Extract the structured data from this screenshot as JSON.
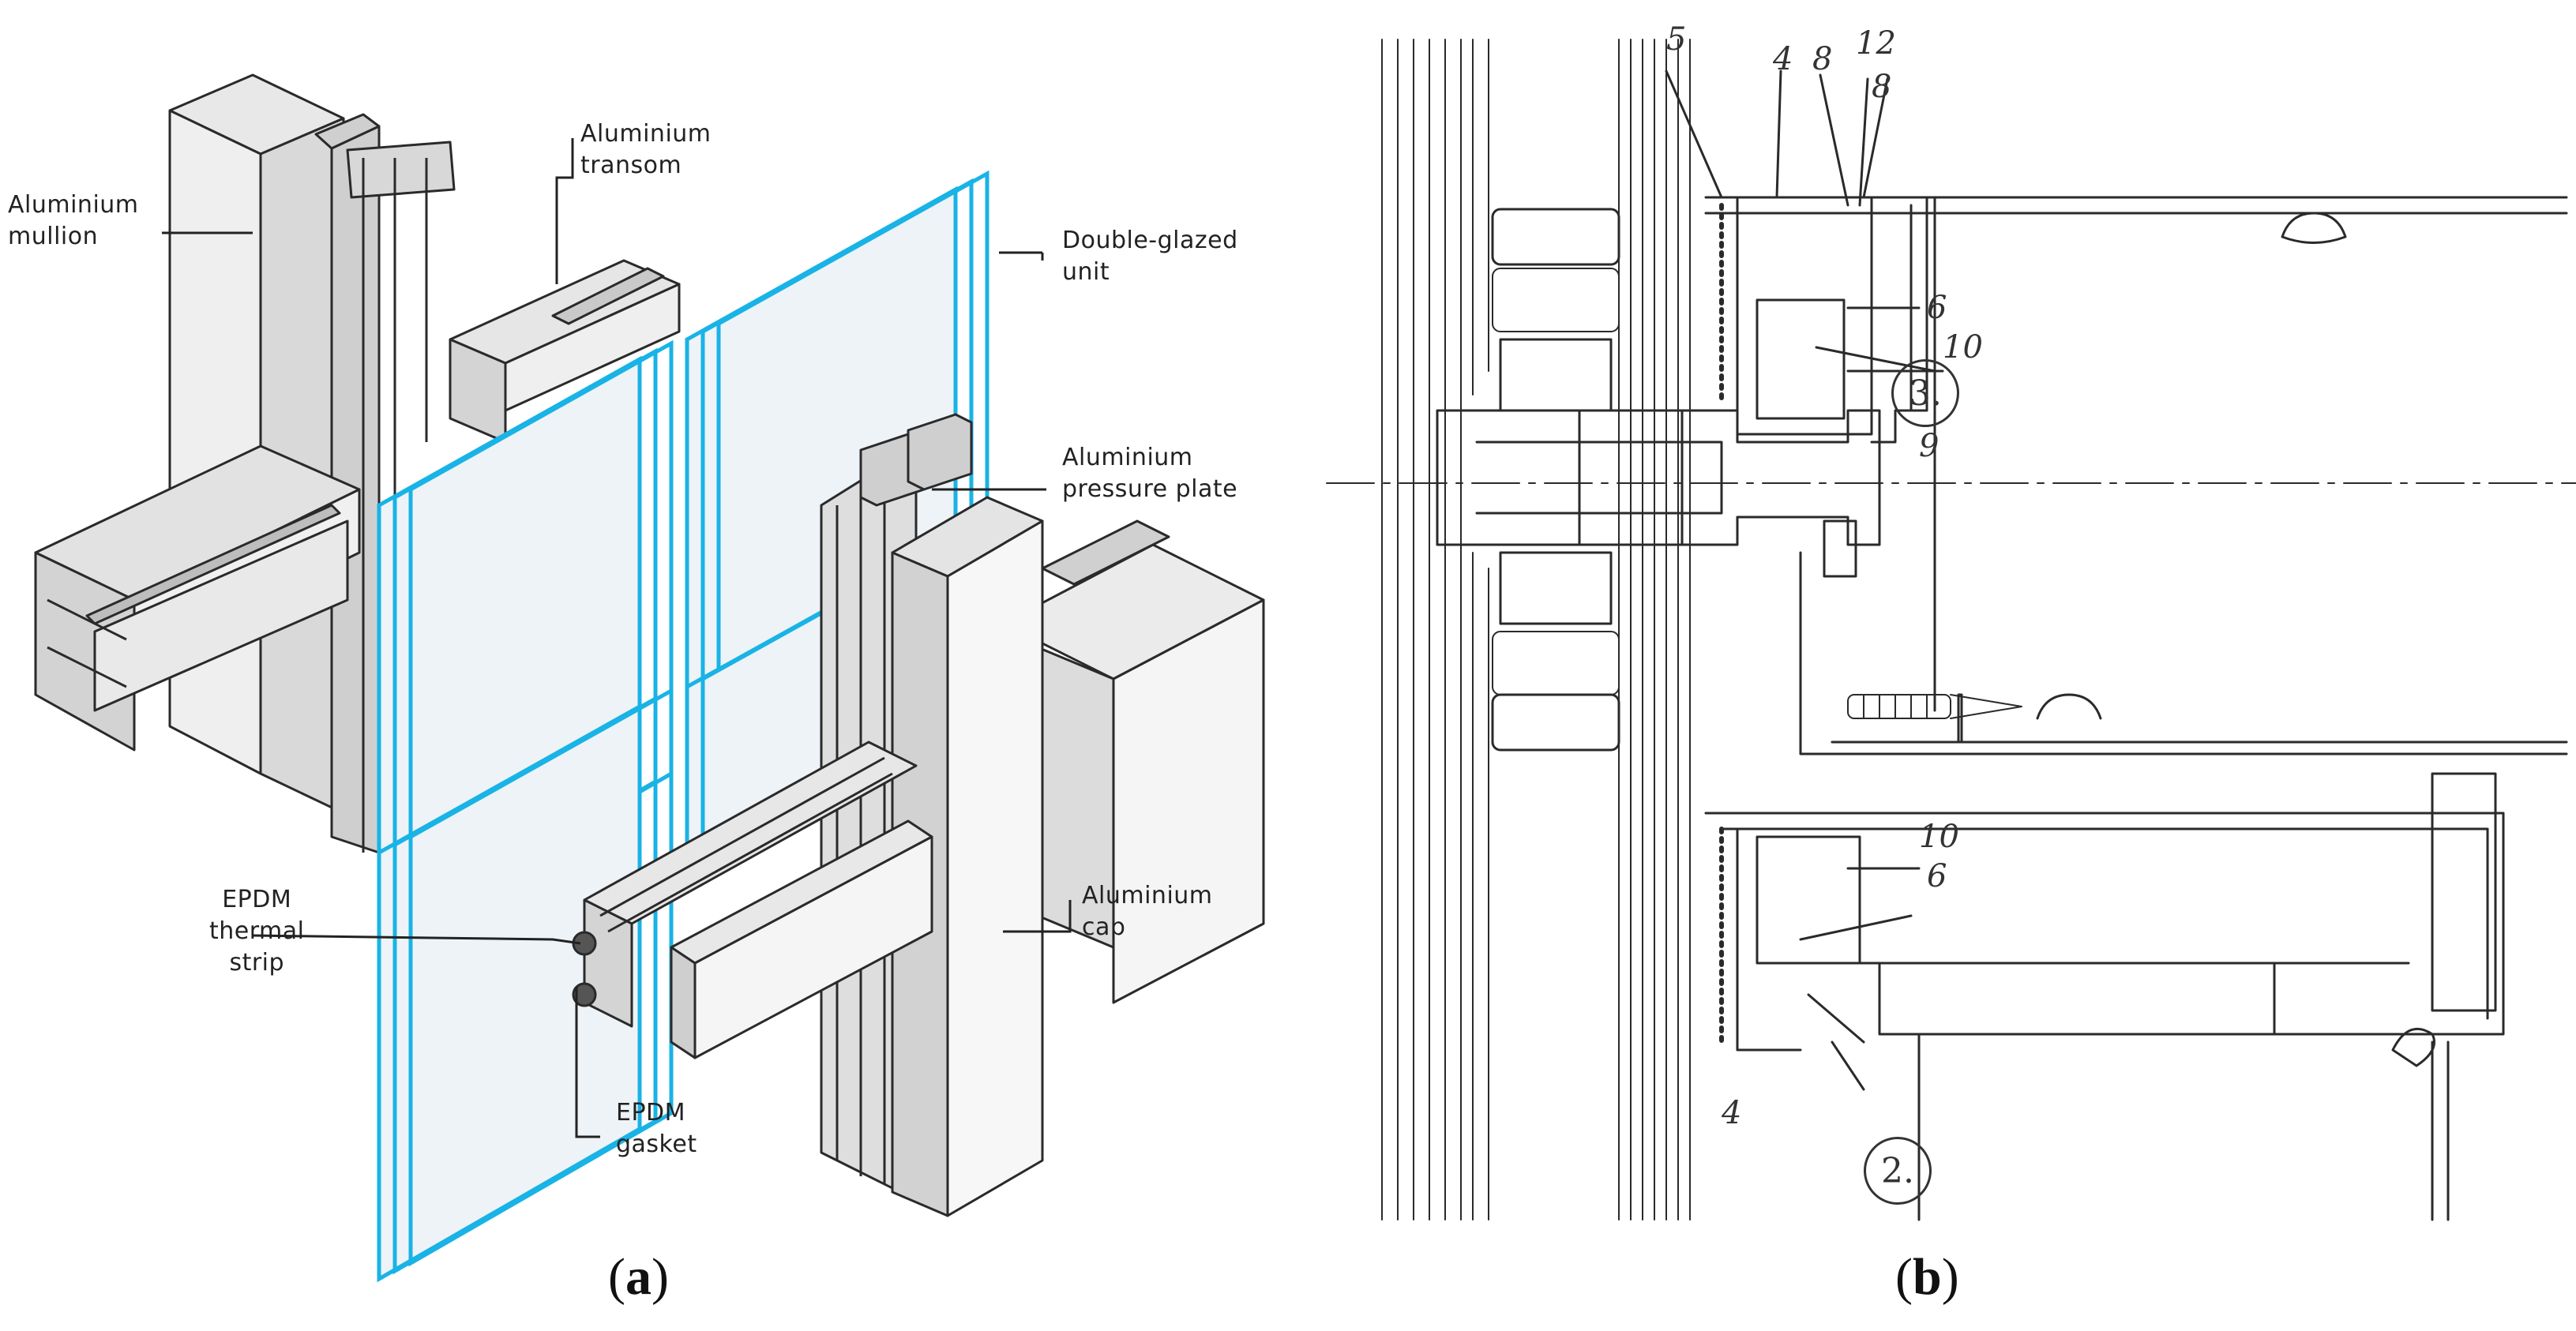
{
  "panel_a": {
    "labels": {
      "mullion": "Aluminium\nmullion",
      "transom": "Aluminium\ntransom",
      "double_glazed": "Double-glazed\nunit",
      "pressure_plate": "Aluminium\npressure plate",
      "thermal_strip": "EPDM\nthermal\nstrip",
      "cap": "Aluminium\ncap",
      "gasket": "EPDM\ngasket"
    },
    "caption_letter": "a"
  },
  "panel_b": {
    "callouts": {
      "n5": "5",
      "n4_top": "4",
      "n8a": "8",
      "n12": "12",
      "n8b": "8",
      "n6_top": "6",
      "n10_top": "10",
      "n9": "9",
      "n10_bot": "10",
      "n6_bot": "6",
      "n4_bot": "4"
    },
    "circled": {
      "c3": "3.",
      "c2": "2."
    },
    "caption_letter": "b"
  },
  "colors": {
    "glass_edge": "#19b3e6",
    "line": "#2a2a2a"
  }
}
